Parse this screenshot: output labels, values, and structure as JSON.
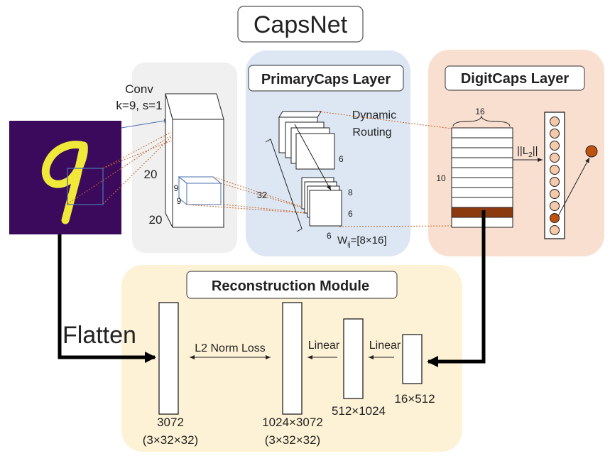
{
  "title": "CapsNet",
  "conv": {
    "label_line1": "Conv",
    "label_line2": "k=9, s=1",
    "dim_20_a": "20",
    "dim_20_b": "20",
    "dim_9_a": "9",
    "dim_9_b": "9"
  },
  "primary": {
    "title": "PrimaryCaps Layer",
    "routing_line1": "Dynamic",
    "routing_line2": "Routing",
    "dim_6_top": "6",
    "dim_32": "32",
    "dim_8": "8",
    "dim_6_mid": "6",
    "dim_6_bot": "6",
    "wij_base": "W",
    "wij_sub": "ij",
    "wij_rest": "=[8×16]"
  },
  "digit": {
    "title": "DigitCaps Layer",
    "dim_16": "16",
    "dim_10": "10",
    "norm_pre": "||L",
    "norm_sub": "2",
    "norm_post": "||"
  },
  "recon": {
    "title": "Reconstruction Module",
    "flatten": "Flatten",
    "l2_loss": "L2 Norm Loss",
    "linear_1": "Linear",
    "linear_2": "Linear",
    "dim_3072": "3072",
    "dim_3072_sub": "(3×32×32)",
    "dim_1024": "1024×3072",
    "dim_1024_sub": "(3×32×32)",
    "dim_512": "512×1024",
    "dim_16x512": "16×512"
  },
  "colors": {
    "conv_bg": "#f0f0f0",
    "primary_bg": "#dce7f3",
    "digit_bg": "#f9dfd0",
    "recon_bg": "#fdf2d5",
    "capsule_fill": "#f6c9a8",
    "capsule_active": "#c0520f",
    "digit_row_active": "#8b3a10",
    "mnist_bg": "#3b0a5c",
    "mnist_stroke": "#f2e83a"
  }
}
